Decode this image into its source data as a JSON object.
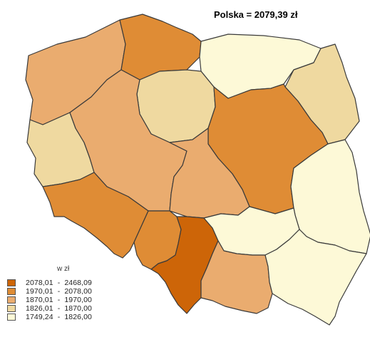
{
  "map": {
    "title": "Polska = 2079,39 zł",
    "legend": {
      "unit": "w zł",
      "classes": [
        {
          "range": "2078,01  -  2468,09",
          "color": "#cd6508"
        },
        {
          "range": "1970,01  -  2078,00",
          "color": "#df8c35"
        },
        {
          "range": "1870,01  -  1970,00",
          "color": "#eaac6f"
        },
        {
          "range": "1826,01  -  1870,00",
          "color": "#efd9a0"
        },
        {
          "range": "1749,24  -  1826,00",
          "color": "#fdf9d7"
        }
      ]
    },
    "regions": [
      {
        "id": "pomorskie",
        "class": 1
      },
      {
        "id": "zachodniopomorskie",
        "class": 2
      },
      {
        "id": "warminsko-mazurskie",
        "class": 4
      },
      {
        "id": "podlaskie",
        "class": 3
      },
      {
        "id": "kujawsko-pomorskie",
        "class": 3
      },
      {
        "id": "lubuskie",
        "class": 3
      },
      {
        "id": "wielkopolskie",
        "class": 2
      },
      {
        "id": "mazowieckie",
        "class": 1
      },
      {
        "id": "lodzkie",
        "class": 2
      },
      {
        "id": "lubelskie",
        "class": 4
      },
      {
        "id": "dolnoslaskie",
        "class": 1
      },
      {
        "id": "opolskie",
        "class": 1
      },
      {
        "id": "slaskie",
        "class": 0
      },
      {
        "id": "swietokrzyskie",
        "class": 4
      },
      {
        "id": "malopolskie",
        "class": 2
      },
      {
        "id": "podkarpackie",
        "class": 4
      }
    ]
  }
}
